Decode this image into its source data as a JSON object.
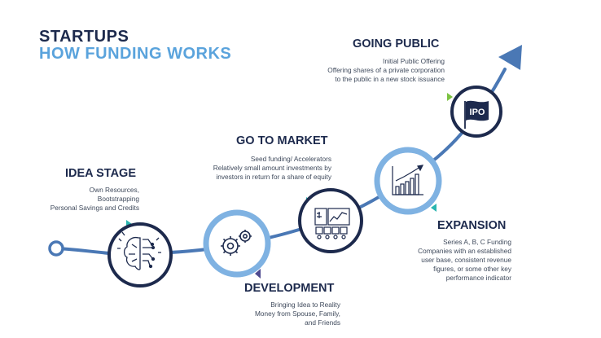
{
  "header": {
    "line1": "STARTUPS",
    "line2": "HOW FUNDING WORKS"
  },
  "stages": {
    "idea": {
      "title": "IDEA STAGE",
      "lines": [
        "Own Resources,",
        "Bootstrapping",
        "Personal Savings and Credits"
      ],
      "icon": "brain-circuit-icon"
    },
    "development": {
      "title": "DEVELOPMENT",
      "lines": [
        "Bringing Idea to Reality",
        "Money from Spouse, Family,",
        "and Friends"
      ],
      "icon": "gears-icon"
    },
    "market": {
      "title": "GO TO MARKET",
      "lines": [
        "Seed funding/ Accelerators",
        "Relatively small amount investments by",
        "investors in return for a share of equity"
      ],
      "icon": "market-investors-icon"
    },
    "expansion": {
      "title": "EXPANSION",
      "lines": [
        "Series A, B, C Funding",
        "Companies with an established",
        "user base, consistent revenue",
        "figures, or some other key",
        "performance indicator"
      ],
      "icon": "growth-chart-icon"
    },
    "ipo": {
      "title": "GOING PUBLIC",
      "lines": [
        "Initial Public Offering",
        "Offering shares of a private corporation",
        "to the public in a new stock issuance"
      ],
      "icon": "ipo-flag-icon",
      "flag_text": "IPO"
    }
  },
  "colors": {
    "navy": "#1d2a4d",
    "light_blue": "#5aa3dc",
    "path_blue": "#4a78b5",
    "teal_marker": "#2ab5b0",
    "green_marker": "#7cc242",
    "purple_marker": "#4f4a8f"
  }
}
